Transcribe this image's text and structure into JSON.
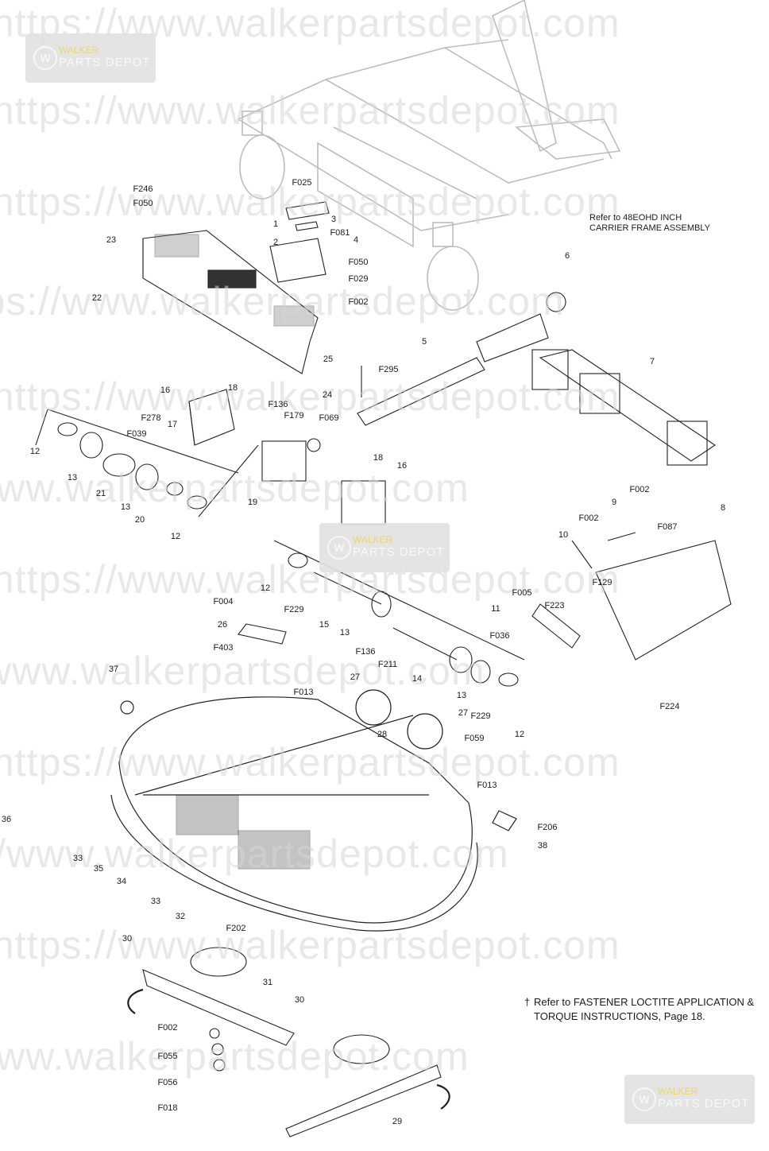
{
  "watermark": {
    "text_lines": [
      "https://www.walkerpartsdepot.com",
      "https://www.walkerpartsdepot.com",
      "https://www.walkerpartsdepot.com",
      "https://www.walkerpartsdepot.com",
      "https://www.walkerpartsdepot.com",
      "https://www.walkerpartsdepot.com",
      "https://www.walkerpartsdepot.com",
      "https://www.walkerpartsdepot.com",
      "https://www.walkerpartsdepot.com",
      "https://www.walkerpartsdepot.com",
      "https://www.walkerpartsdepot.com",
      "https://www.walkerpartsdepot.com"
    ],
    "badge_top": "WALKER",
    "badge_bottom": "PARTS DEPOT",
    "badge_letter": "W"
  },
  "notes": {
    "carrier_line1": "Refer to 48EOHD INCH",
    "carrier_line2": "CARRIER FRAME ASSEMBLY",
    "fastener_symbol": "†",
    "fastener_line1": "Refer to FASTENER LOCTITE APPLICATION &",
    "fastener_line2": "TORQUE INSTRUCTIONS, Page 18."
  },
  "callouts": [
    "F246",
    "F050",
    "F025",
    "1",
    "3",
    "2",
    "F081",
    "4",
    "23",
    "F050",
    "F029",
    "F002",
    "22",
    "6",
    "25",
    "F295",
    "5",
    "7",
    "24",
    "16",
    "18",
    "F136",
    "F179",
    "F069",
    "F278",
    "17",
    "F039",
    "12",
    "13",
    "21",
    "13",
    "20",
    "12",
    "19",
    "16",
    "18",
    "F002",
    "9",
    "F002",
    "F087",
    "8",
    "10",
    "F129",
    "12",
    "F229",
    "15",
    "13",
    "F004",
    "26",
    "F403",
    "F136",
    "F211",
    "14",
    "F005",
    "11",
    "F223",
    "F036",
    "13",
    "F229",
    "12",
    "F224",
    "37",
    "F013",
    "27",
    "28",
    "27",
    "F059",
    "F013",
    "36",
    "F206",
    "38",
    "33",
    "35",
    "34",
    "33",
    "32",
    "F202",
    "30",
    "31",
    "30",
    "F002",
    "F055",
    "F056",
    "F018",
    "29"
  ],
  "colors": {
    "line": "#222222",
    "ghost": "#bdbdbd",
    "watermark": "#d6d6d6",
    "badge": "#e2e2e2"
  }
}
